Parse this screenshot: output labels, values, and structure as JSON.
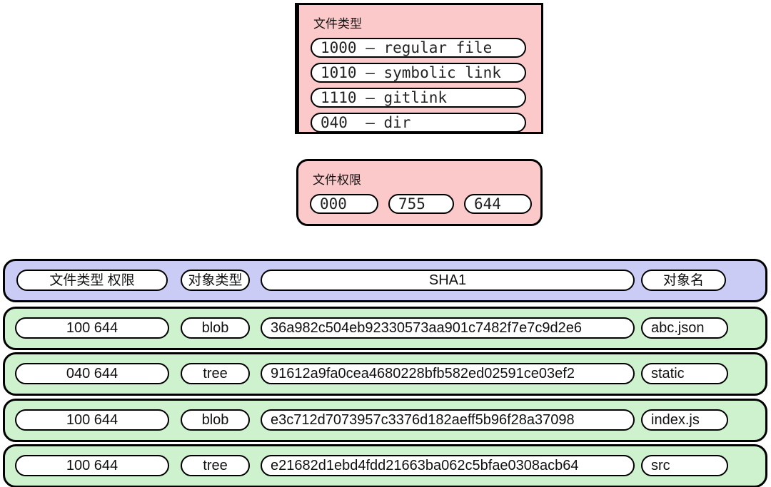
{
  "file_type_box": {
    "title": "文件类型",
    "items": [
      "1000 – regular file",
      "1010 – symbolic link",
      "1110 – gitlink",
      "040  – dir"
    ]
  },
  "file_perm_box": {
    "title": "文件权限",
    "items": [
      "000",
      "755",
      "644"
    ]
  },
  "header_row": {
    "cells": [
      "文件类型 权限",
      "对象类型",
      "SHA1",
      "对象名"
    ]
  },
  "entries": [
    {
      "mode": "100 644",
      "type": "blob",
      "sha1": "36a982c504eb92330573aa901c7482f7e7c9d2e6",
      "name": "abc.json"
    },
    {
      "mode": "040 644",
      "type": "tree",
      "sha1": "91612a9fa0cea4680228bfb582ed02591ce03ef2",
      "name": "static"
    },
    {
      "mode": "100 644",
      "type": "blob",
      "sha1": "e3c712d7073957c3376d182aeff5b96f28a37098",
      "name": "index.js"
    },
    {
      "mode": "100 644",
      "type": "tree",
      "sha1": "e21682d1ebd4fdd21663ba062c5bfae0308acb64",
      "name": "src"
    }
  ],
  "colors": {
    "pink": "#fbc9c9",
    "purple": "#cbccf6",
    "green": "#cdf2cd",
    "stroke": "#000000",
    "pill_fill": "#ffffff"
  }
}
